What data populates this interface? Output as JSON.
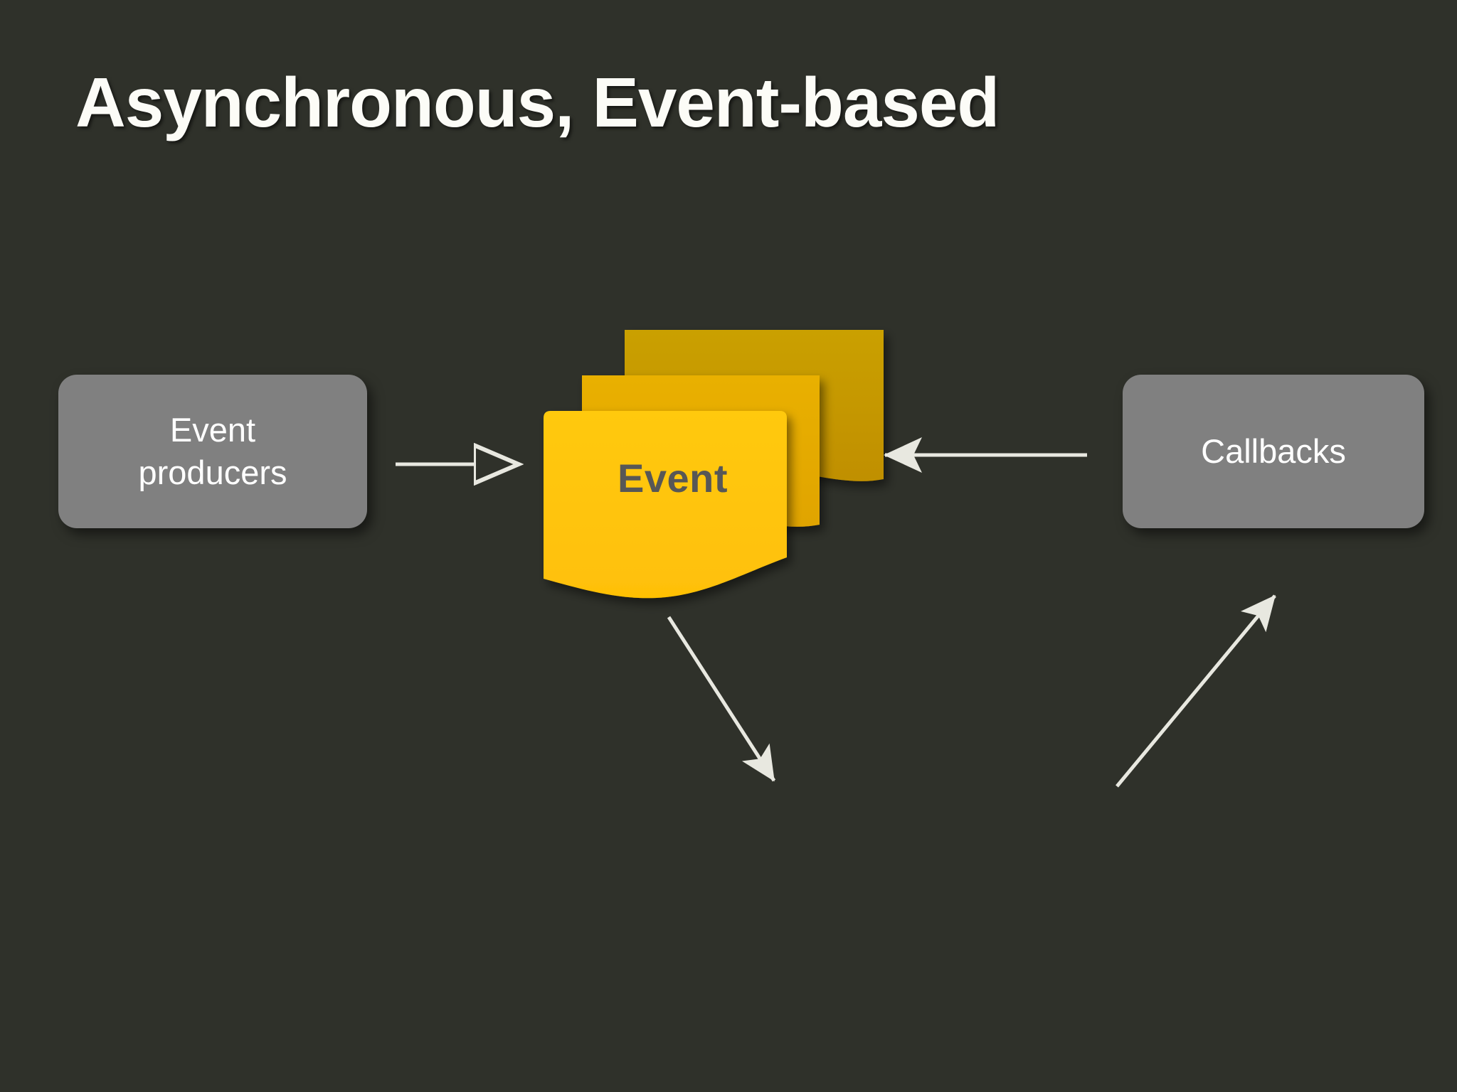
{
  "slide": {
    "title": "Asynchronous, Event-based",
    "background_color": "#2f312a",
    "title_color": "#fcfcf7"
  },
  "diagram": {
    "type": "flow",
    "nodes": [
      {
        "id": "event-producers",
        "label": "Event\nproducers",
        "shape": "rounded-rectangle",
        "fill": "#808080",
        "text_color": "#ffffff"
      },
      {
        "id": "event",
        "label": "Event",
        "shape": "document-stack",
        "fill": "#ffc40c",
        "fill_middle": "#e5ab00",
        "fill_back": "#c89a05",
        "text_color": "#575756",
        "sheet_count": 3
      },
      {
        "id": "callbacks",
        "label": "Callbacks",
        "shape": "rounded-rectangle",
        "fill": "#808080",
        "text_color": "#ffffff"
      }
    ],
    "edges": [
      {
        "id": "producers-to-event",
        "from": "event-producers",
        "to": "event",
        "direction": "right",
        "style": "solid",
        "color": "#e8e8e0",
        "head": "open-triangle"
      },
      {
        "id": "callbacks-to-event",
        "from": "callbacks",
        "to": "event",
        "direction": "left",
        "style": "solid",
        "color": "#e8e8e0",
        "head": "filled-triangle"
      },
      {
        "id": "event-downward",
        "from": "event",
        "to": "",
        "direction": "down-right",
        "style": "solid",
        "color": "#e8e8e0",
        "head": "filled-triangle"
      },
      {
        "id": "upward-to-callbacks",
        "from": "",
        "to": "callbacks",
        "direction": "up-right",
        "style": "solid",
        "color": "#e8e8e0",
        "head": "filled-triangle"
      }
    ]
  }
}
